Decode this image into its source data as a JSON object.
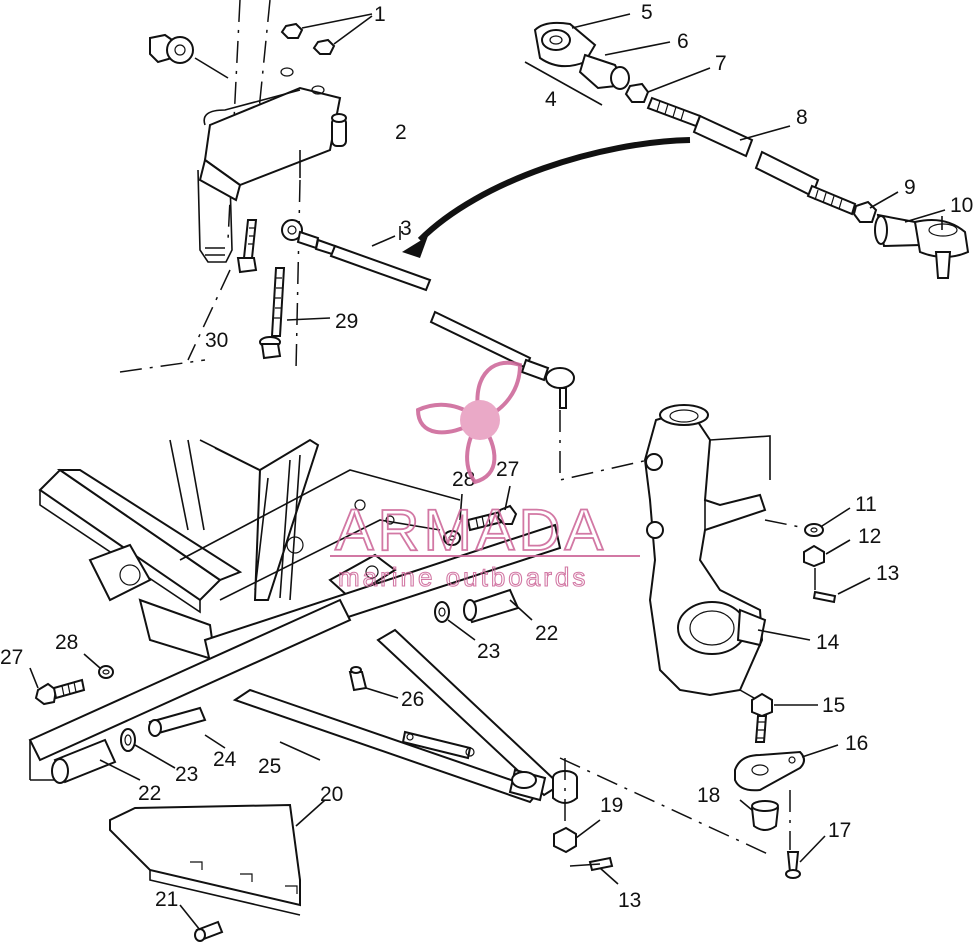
{
  "diagram": {
    "callouts": [
      "1",
      "2",
      "3",
      "4",
      "5",
      "6",
      "7",
      "8",
      "9",
      "10",
      "11",
      "12",
      "13",
      "14",
      "15",
      "16",
      "17",
      "18",
      "19",
      "20",
      "21",
      "22",
      "23",
      "24",
      "25",
      "26",
      "27",
      "28",
      "29",
      "30"
    ],
    "parts": {
      "frame_bracket": "Frame bracket",
      "steering_post": "Steering post",
      "tie_rod_assembly": "Tie rod assembly",
      "tie_rod_exploded": "Tie rod exploded view",
      "spindle": "Spindle",
      "a_arm": "A-arm",
      "skid_plate": "Skid plate",
      "ball_joint": "Ball joint"
    }
  },
  "watermark": {
    "brand": "ARMADA",
    "tagline": "marine outboards",
    "color": "#ce6a9b"
  }
}
